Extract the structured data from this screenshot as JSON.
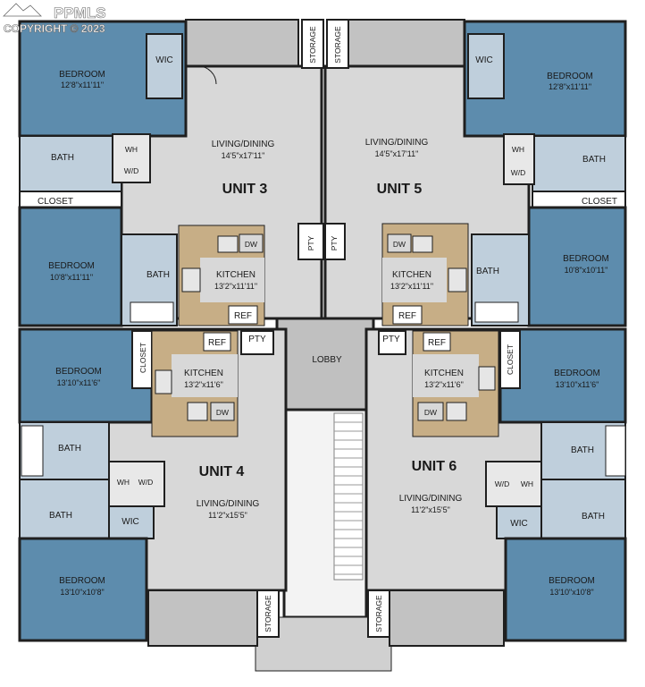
{
  "watermark": {
    "brand": "PPMLS",
    "copyright": "COPYRIGHT © 2023"
  },
  "colors": {
    "bedroom": "#5d8cad",
    "living": "#d8d8d8",
    "kitchen_floor": "#c7ae86",
    "bath_floor": "#bfcfdc",
    "balcony": "#bdbdbd",
    "wall": "#1f1f1f",
    "lobby": "#c0c0c0",
    "stair": "#f3f3f3"
  },
  "units": {
    "unit3": {
      "title": "UNIT 3",
      "living": {
        "name": "LIVING/DINING",
        "dim": "14'5\"x17'11\""
      },
      "bedroom_top": {
        "name": "BEDROOM",
        "dim": "12'8\"x11'11\""
      },
      "bedroom_bottom": {
        "name": "BEDROOM",
        "dim": "10'8\"x11'11\""
      },
      "kitchen": {
        "name": "KITCHEN",
        "dim": "13'2\"x11'11\""
      },
      "bath1": "BATH",
      "bath2": "BATH",
      "closet": "CLOSET",
      "wic": "WIC",
      "wh": "WH",
      "wd": "W/D",
      "dw": "DW",
      "ref": "REF",
      "pty": "PTY",
      "storage": "STORAGE"
    },
    "unit5": {
      "title": "UNIT 5",
      "living": {
        "name": "LIVING/DINING",
        "dim": "14'5\"x17'11\""
      },
      "bedroom_top": {
        "name": "BEDROOM",
        "dim": "12'8\"x11'11\""
      },
      "bedroom_bottom": {
        "name": "BEDROOM",
        "dim": "10'8\"x10'11\""
      },
      "kitchen": {
        "name": "KITCHEN",
        "dim": "13'2\"x11'11\""
      },
      "bath1": "BATH",
      "bath2": "BATH",
      "closet": "CLOSET",
      "wic": "WIC",
      "wh": "WH",
      "wd": "W/D",
      "dw": "DW",
      "ref": "REF",
      "pty": "PTY",
      "storage": "STORAGE"
    },
    "unit4": {
      "title": "UNIT 4",
      "living": {
        "name": "LIVING/DINING",
        "dim": "11'2\"x15'5\""
      },
      "bedroom_top": {
        "name": "BEDROOM",
        "dim": "13'10\"x11'6\""
      },
      "bedroom_bottom": {
        "name": "BEDROOM",
        "dim": "13'10\"x10'8\""
      },
      "kitchen": {
        "name": "KITCHEN",
        "dim": "13'2\"x11'6\""
      },
      "bath1": "BATH",
      "bath2": "BATH",
      "closet": "CLOSET",
      "wic": "WIC",
      "wh": "WH",
      "wd": "W/D",
      "dw": "DW",
      "ref": "REF",
      "pty": "PTY",
      "storage": "STORAGE"
    },
    "unit6": {
      "title": "UNIT 6",
      "living": {
        "name": "LIVING/DINING",
        "dim": "11'2\"x15'5\""
      },
      "bedroom_top": {
        "name": "BEDROOM",
        "dim": "13'10\"x11'6\""
      },
      "bedroom_bottom": {
        "name": "BEDROOM",
        "dim": "13'10\"x10'8\""
      },
      "kitchen": {
        "name": "KITCHEN",
        "dim": "13'2\"x11'6\""
      },
      "bath1": "BATH",
      "bath2": "BATH",
      "closet": "CLOSET",
      "wic": "WIC",
      "wh": "WH",
      "wd": "W/D",
      "dw": "DW",
      "ref": "REF",
      "pty": "PTY",
      "storage": "STORAGE"
    }
  },
  "common": {
    "lobby": "LOBBY"
  }
}
